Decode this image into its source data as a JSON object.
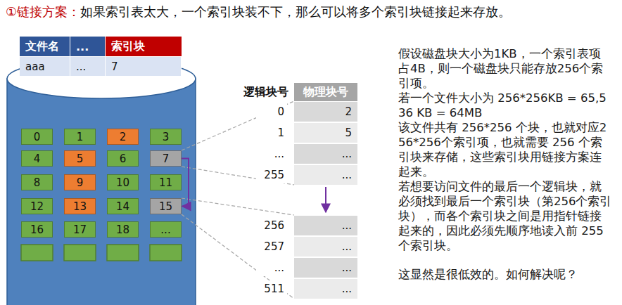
{
  "diagram": {
    "nodes": [
      {
        "text": [
          "0"
        ]
      },
      {
        "text": [
          "1"
        ]
      },
      {
        "text": [
          "2"
        ]
      },
      {
        "text": [
          "3"
        ]
      },
      {
        "text": [
          "4"
        ]
      },
      {
        "text": [
          "5"
        ]
      },
      {
        "text": [
          "6"
        ]
      },
      {
        "text": [
          "7"
        ]
      },
      {
        "text": [
          "8"
        ]
      },
      {
        "text": [
          "9"
        ]
      },
      {
        "text": [
          "10"
        ]
      },
      {
        "text": [
          "11"
        ]
      },
      {
        "text": [
          "12"
        ]
      },
      {
        "text": [
          "13"
        ]
      },
      {
        "text": [
          "14"
        ]
      },
      {
        "text": [
          "15"
        ]
      },
      {
        "text": [
          "16"
        ]
      },
      {
        "text": [
          "17"
        ]
      },
      {
        "text": [
          "18"
        ]
      },
      {
        "text": [
          "..."
        ]
      }
    ],
    "edges": [
      {
        "from": 7,
        "to": 15,
        "arrow": "to"
      }
    ],
    "labels": [
      "①链接方案：",
      "如果索引表太大，一个索引块装不下，那么可以将多个索引块链接起来存放。",
      "文件名",
      "...",
      "索引块",
      "aaa",
      "...",
      "7",
      "逻辑块号",
      "物理块号",
      "0",
      "2",
      "1",
      "5",
      "...",
      "...",
      "255",
      "...",
      "256",
      "...",
      "257",
      "...",
      "...",
      "...",
      "511",
      "...",
      "假设磁盘块大小为1KB，一个索引表项占4B，则一个磁盘块只能存放256个索引项。",
      "若一个文件大小为 256*256KB = 65,536 KB = 64MB",
      "该文件共有 256*256 个块，也就对应256*256个索引项，也就需要 256 个索引块来存储，这些索引块用链接方案连起来。",
      "若想要访问文件的最后一个逻辑块，就必须找到最后一个索引块（第256个索引块），而各个索引块之间是用指针链接起来的，因此必须先顺序地读入前 255 个索引块。",
      "这显然是很低效的。如何解决呢？"
    ]
  }
}
